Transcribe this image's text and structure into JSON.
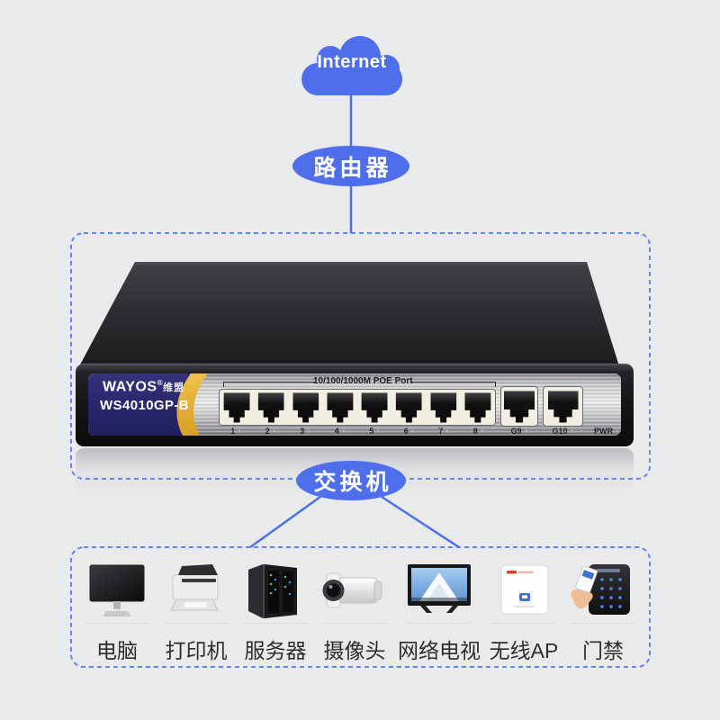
{
  "colors": {
    "background": "#e9eaec",
    "accent_blue": "#4e6eec",
    "dash_blue": "#6483f4",
    "label_navy": "#2a2768",
    "stripe_gold": "#e9b83d",
    "panel_silver": "#d3d4d6"
  },
  "topology": {
    "internet": "Internet",
    "router": "路由器",
    "switch": "交换机"
  },
  "switch_device": {
    "brand": "WAYOS",
    "brand_reg": "®",
    "brand_cn": "维盟",
    "model": "WS4010GP-B",
    "ports_title": "10/100/1000M POE Port",
    "port_labels": [
      "1",
      "2",
      "3",
      "4",
      "5",
      "6",
      "7",
      "8"
    ],
    "uplink_labels": [
      "G9",
      "G10"
    ],
    "power_label": "PWR"
  },
  "devices": [
    {
      "icon": "computer",
      "label": "电脑"
    },
    {
      "icon": "printer",
      "label": "打印机"
    },
    {
      "icon": "server",
      "label": "服务器"
    },
    {
      "icon": "camera",
      "label": "摄像头"
    },
    {
      "icon": "network-tv",
      "label": "网络电视"
    },
    {
      "icon": "wireless-ap",
      "label": "无线AP"
    },
    {
      "icon": "access-control",
      "label": "门禁"
    }
  ]
}
